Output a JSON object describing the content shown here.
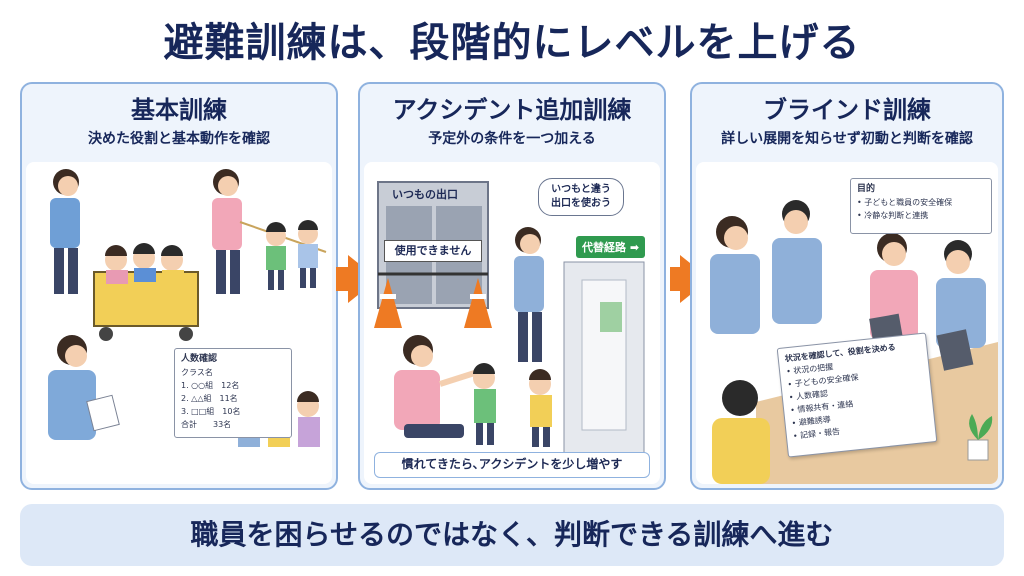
{
  "title": "避難訓練は、段階的にレベルを上げる",
  "panels": [
    {
      "title": "基本訓練",
      "subtitle": "決めた役割と基本動作を確認",
      "board": {
        "heading": "人数確認",
        "col_label": "クラス名",
        "rows": [
          "1. ○○組　12名",
          "2. △△組　11名",
          "3. □□組　10名"
        ],
        "total": "合計　　33名"
      }
    },
    {
      "title": "アクシデント追加訓練",
      "subtitle": "予定外の条件を一つ加える",
      "exit_label": "いつもの出口",
      "closed_sign": "使用できません",
      "bubble": "いつもと違う 出口を使おう",
      "alt_route_sign": "代替経路 ➡",
      "caption": "慣れてきたら､アクシデントを少し増やす"
    },
    {
      "title": "ブラインド訓練",
      "subtitle": "詳しい展開を知らせず初動と判断を確認",
      "whiteboard": {
        "heading": "目的",
        "items": [
          "子どもと職員の安全確保",
          "冷静な判断と連携"
        ]
      },
      "paper": {
        "heading": "状況を確認して、役割を決める",
        "items": [
          "状況の把握",
          "子どもの安全確保",
          "人数確認",
          "情報共有・連絡",
          "避難誘導",
          "記録・報告"
        ]
      }
    }
  ],
  "bottom_message": "職員を困らせるのではなく、判断できる訓練へ進む",
  "colors": {
    "title": "#17275a",
    "panel_border": "#8fb2df",
    "arrow": "#ee7a23",
    "banner_bg": "#dde8f7"
  }
}
